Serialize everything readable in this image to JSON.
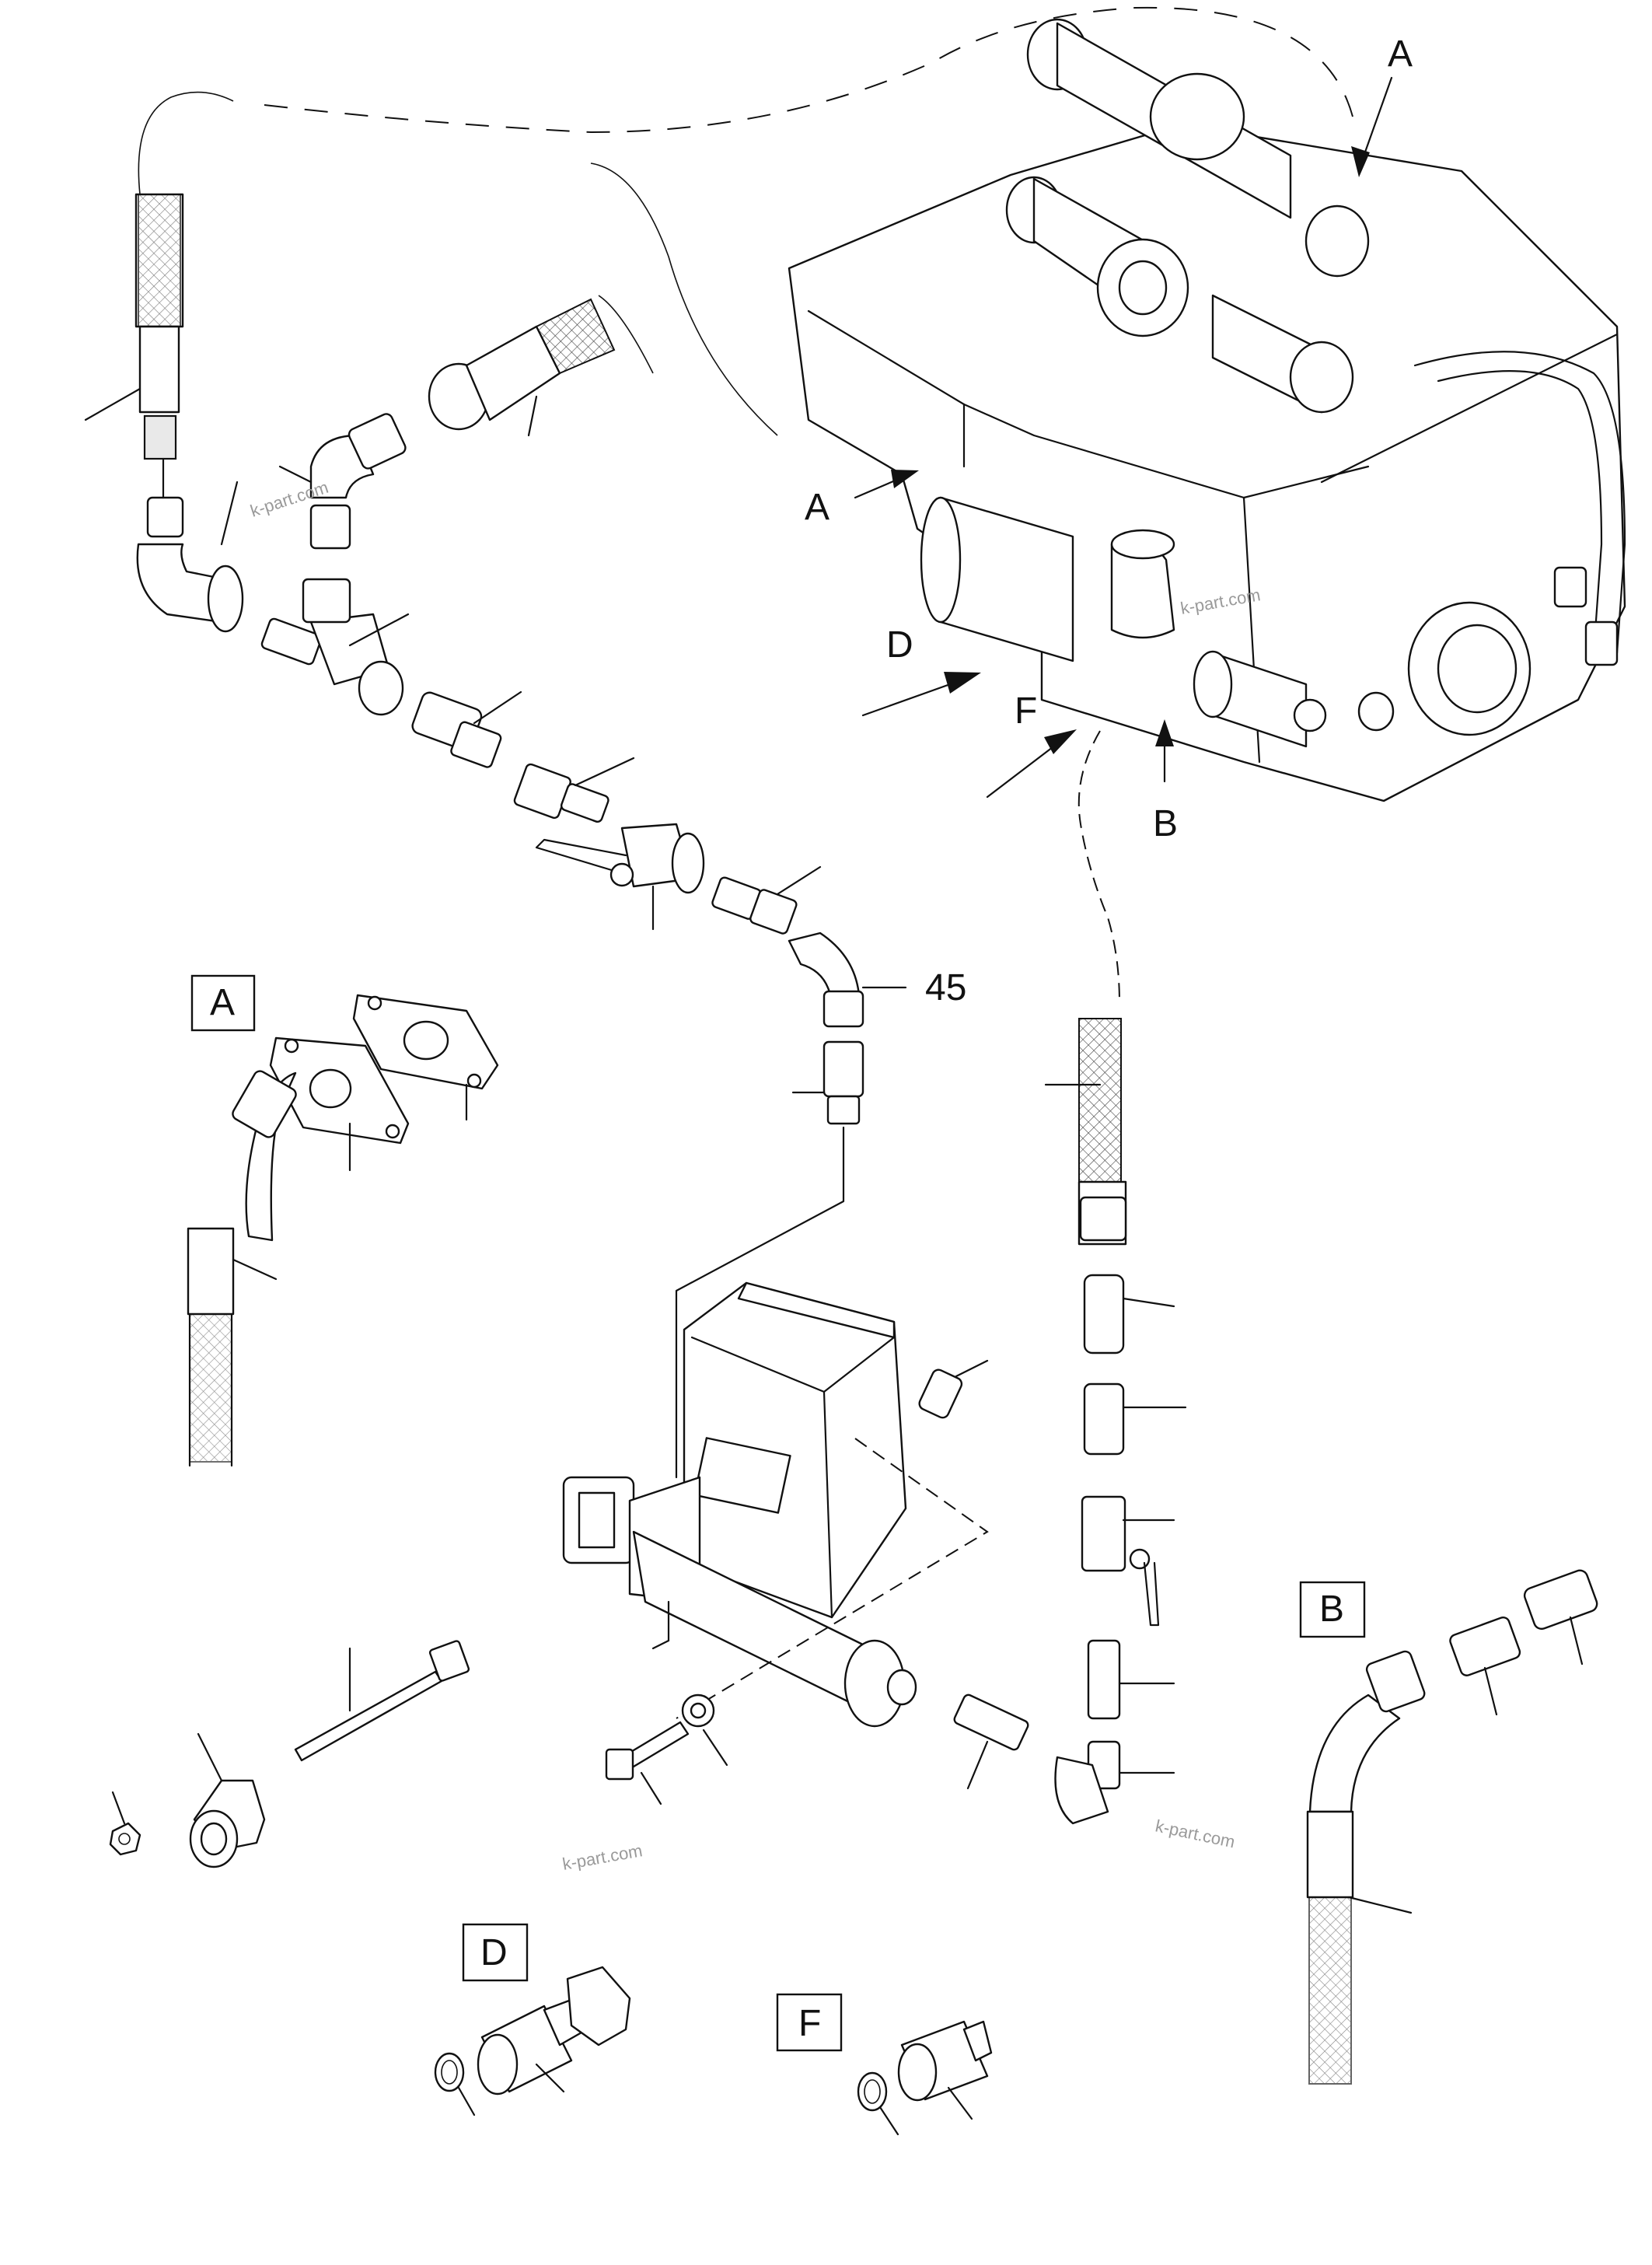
{
  "labels": {
    "view_a": "A",
    "view_b": "B",
    "view_d": "D",
    "view_f": "F",
    "engine_arrow_a_top": "A",
    "engine_arrow_a_left": "A",
    "engine_arrow_b": "B",
    "engine_arrow_d": "D",
    "engine_arrow_f": "F",
    "part_number_45": "45"
  },
  "watermarks": [
    "k-part.com",
    "k-part.com",
    "k-part.com",
    "k-part.com"
  ]
}
